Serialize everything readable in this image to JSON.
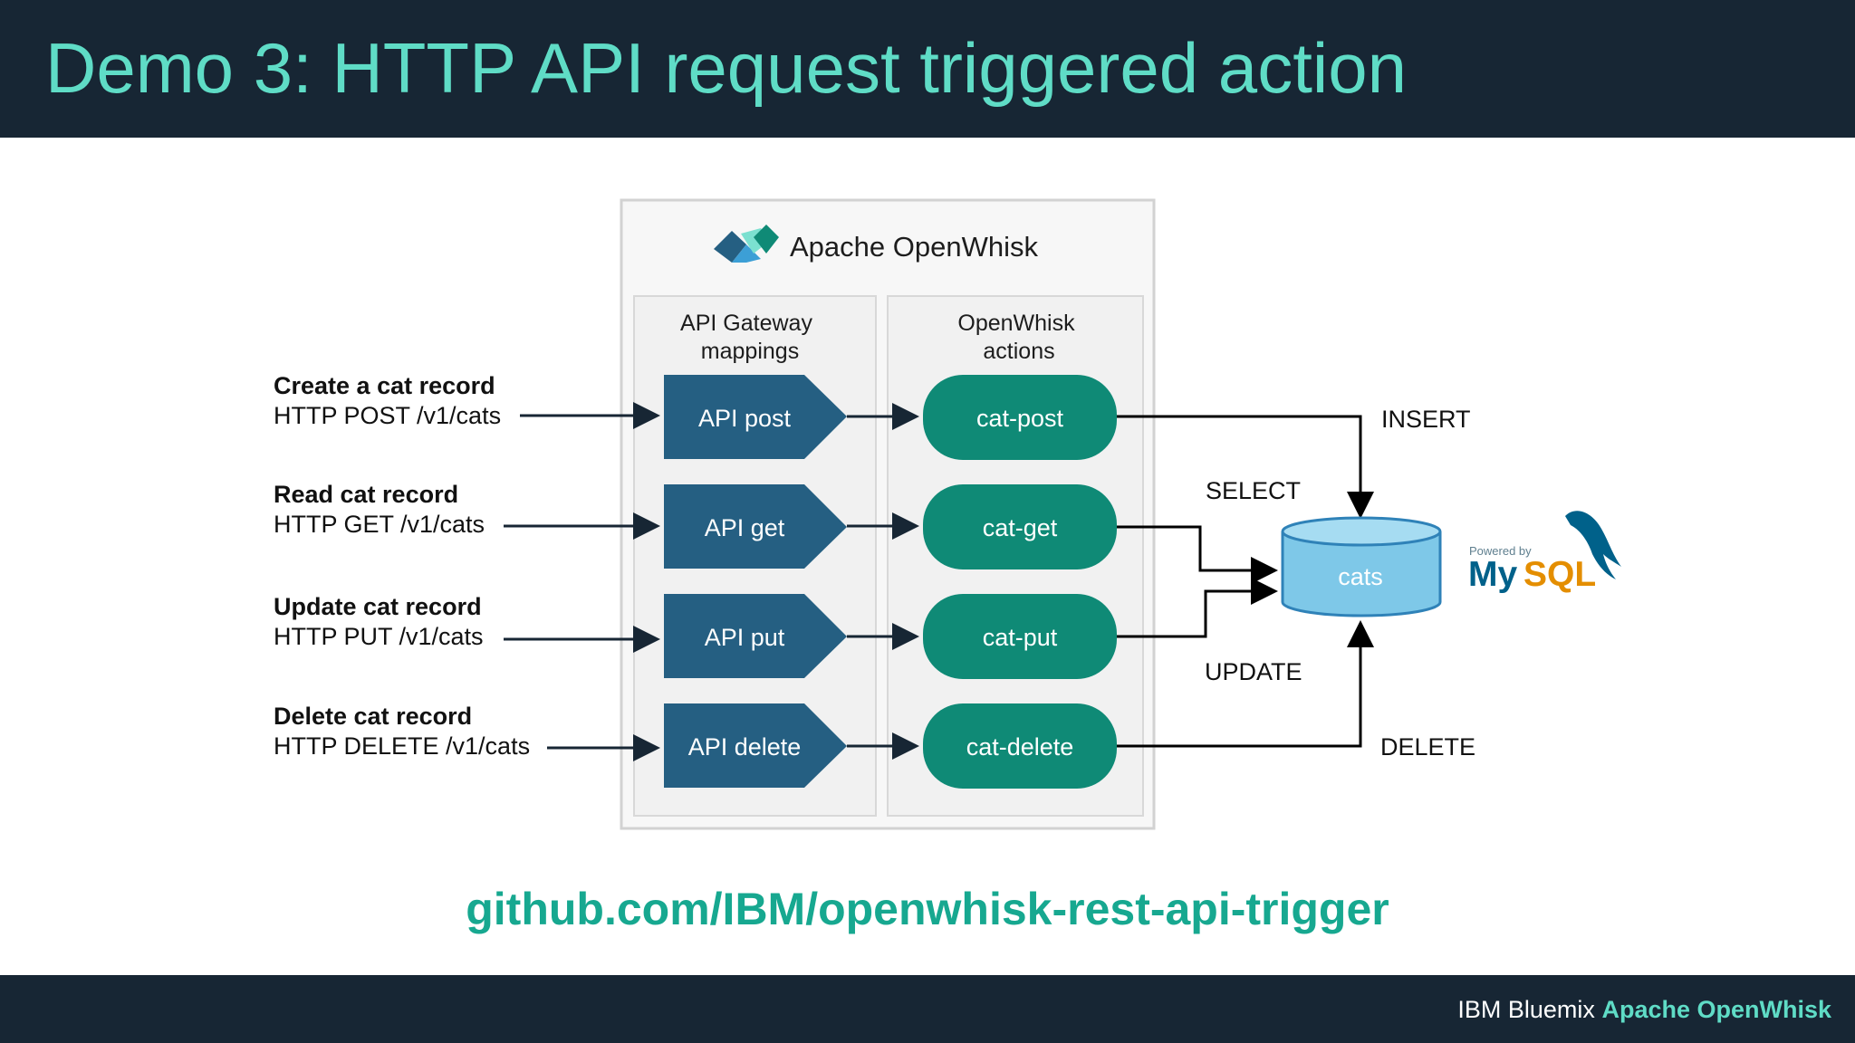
{
  "slide": {
    "title": "Demo 3: HTTP API request triggered action",
    "link": "github.com/IBM/openwhisk-rest-api-trigger",
    "footer_prefix": "IBM Bluemix",
    "footer_brand": "Apache OpenWhisk"
  },
  "diagram": {
    "product": "Apache OpenWhisk",
    "gateway_header": [
      "API Gateway",
      "mappings"
    ],
    "actions_header": [
      "OpenWhisk",
      "actions"
    ],
    "requests": [
      {
        "title": "Create a cat record",
        "method": "HTTP POST  /v1/cats"
      },
      {
        "title": "Read cat record",
        "method": "HTTP GET  /v1/cats"
      },
      {
        "title": "Update cat record",
        "method": "HTTP PUT  /v1/cats"
      },
      {
        "title": "Delete cat record",
        "method": "HTTP DELETE  /v1/cats"
      }
    ],
    "api_mappings": [
      "API post",
      "API get",
      "API put",
      "API delete"
    ],
    "actions": [
      "cat-post",
      "cat-get",
      "cat-put",
      "cat-delete"
    ],
    "operations": [
      "INSERT",
      "SELECT",
      "UPDATE",
      "DELETE"
    ],
    "database": "cats",
    "mysql_powered": "Powered by",
    "mysql_name": "MySQL",
    "colors": {
      "header_bg": "#172634",
      "accent": "#5fdcc6",
      "link": "#17a890",
      "api_box": "#255f82",
      "action_pill": "#0f8a76",
      "db_fill": "#7ec8e8",
      "mysql_blue": "#00618a",
      "mysql_orange": "#e48e00"
    }
  }
}
